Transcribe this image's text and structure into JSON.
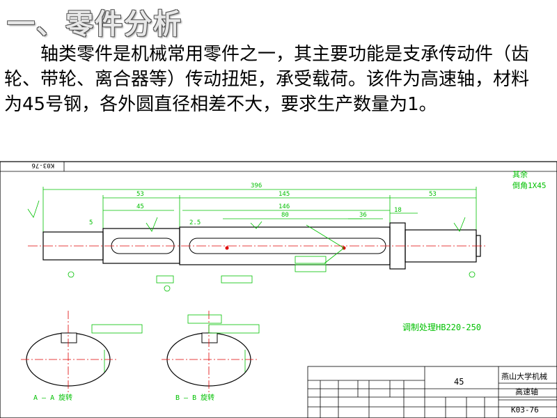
{
  "slide": {
    "title": "一、零件分析",
    "paragraph": "轴类零件是机械常用零件之一，其主要功能是支承传动件（齿轮、带轮、离合器等）传动扭矩，承受载荷。该件为高速轴，材料为45号钢，各外圆直径相差不大，要求生产数量为1。"
  },
  "drawing": {
    "corner_code": "K03-76",
    "note_rest": "其余",
    "note_chamfer": "倒角1X45",
    "dims": {
      "overall": "396",
      "left": "53",
      "left_inner": "45",
      "mid": "145",
      "mid_inner": "146",
      "key_len": "80",
      "right_key": "36",
      "right": "53",
      "collar": "18",
      "small": "2.5",
      "five": "5"
    },
    "section_a": "A — A 旋转",
    "section_b": "B — B 旋转",
    "heat_treatment": "调制处理HB220-250",
    "title_block": {
      "material": "45",
      "school": "燕山大学机械",
      "part_name": "高速轴",
      "drawing_no": "K03-76"
    }
  },
  "colors": {
    "green": "#00c000",
    "red": "#e00000",
    "black": "#000000"
  }
}
